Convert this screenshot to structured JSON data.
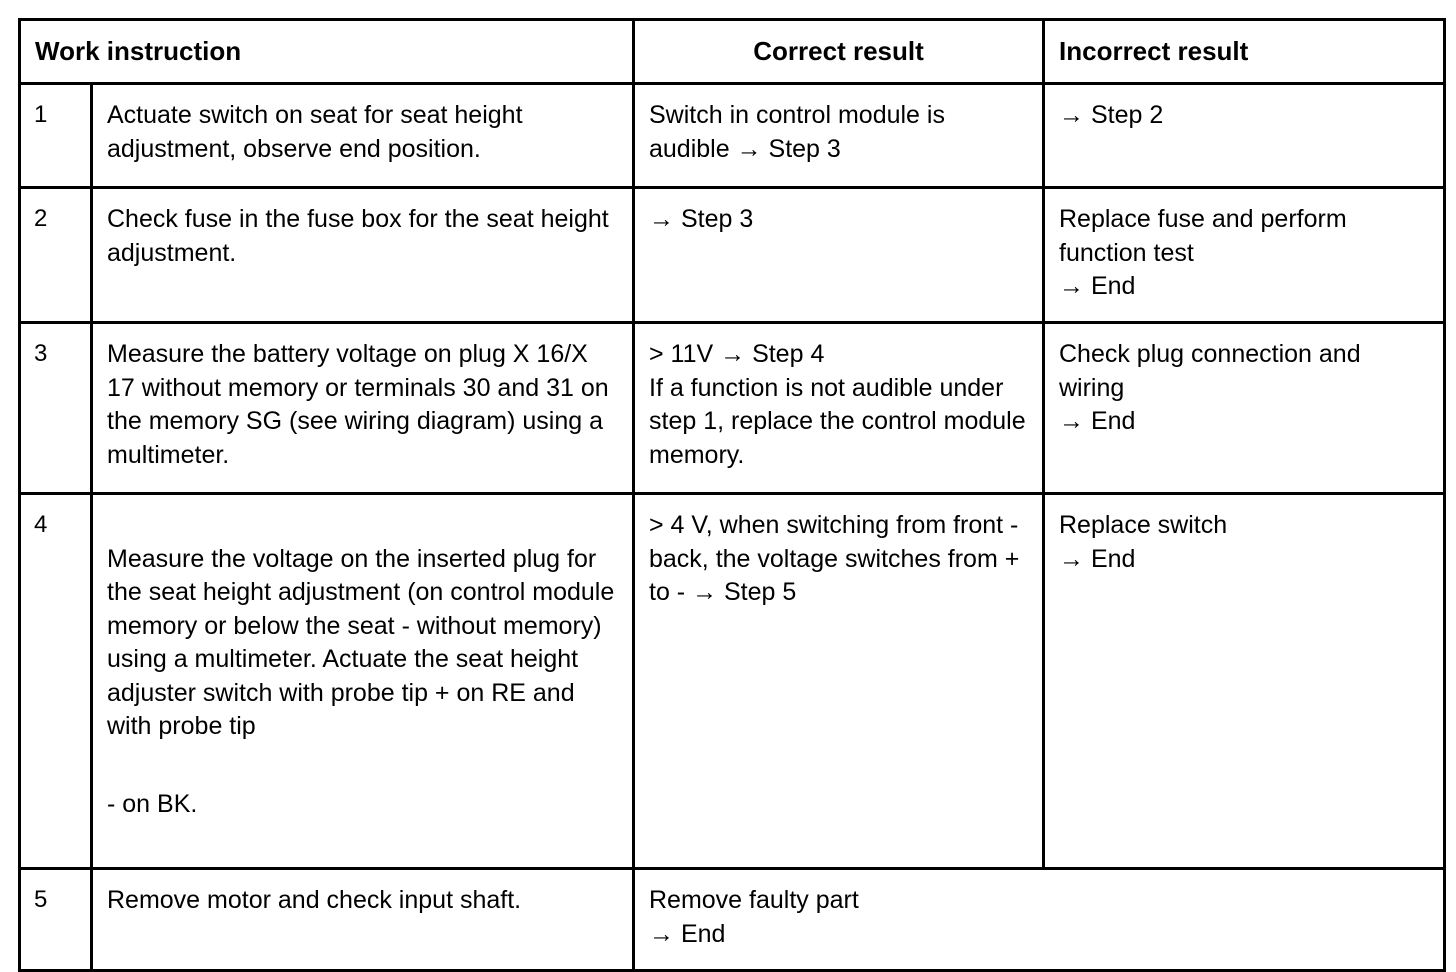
{
  "document": {
    "type": "work-instruction-troubleshooting-table",
    "arrow_glyph": "→"
  },
  "table": {
    "headers": {
      "work_instruction": "Work instruction",
      "correct_result": "Correct result",
      "incorrect_result": "Incorrect result"
    },
    "rows": [
      {
        "number": "1",
        "instruction": "Actuate switch on seat for seat height adjustment, observe end position.",
        "correct": "Switch in control module is audible → Step 3",
        "incorrect": "→ Step 2"
      },
      {
        "number": "2",
        "instruction": "Check fuse in the fuse box for the seat height adjustment.",
        "correct": "→ Step 3",
        "incorrect": "Replace fuse and perform function test\n→ End"
      },
      {
        "number": "3",
        "instruction": "Measure the battery voltage on plug X 16/X 17 without memory or terminals 30 and 31 on the memory SG (see wiring diagram) using a multimeter.",
        "correct": "> 11V → Step 4\nIf a function is not audible under step 1, replace the control module memory.",
        "incorrect": "Check plug connection and wiring\n→ End"
      },
      {
        "number": "4",
        "instruction_main": "Measure the voltage on the inserted plug for the seat height adjustment (on control module memory or below the seat - without memory) using a multimeter. Actuate the seat height adjuster switch with probe tip + on RE and with probe tip",
        "instruction_tail": "- on BK.",
        "correct": "> 4 V, when switching from front - back, the voltage switches from + to - → Step 5",
        "incorrect": "Replace switch\n→ End"
      },
      {
        "number": "5",
        "instruction": "Remove motor and check input shaft.",
        "correct_merged": "Remove faulty part\n→ End"
      }
    ]
  }
}
